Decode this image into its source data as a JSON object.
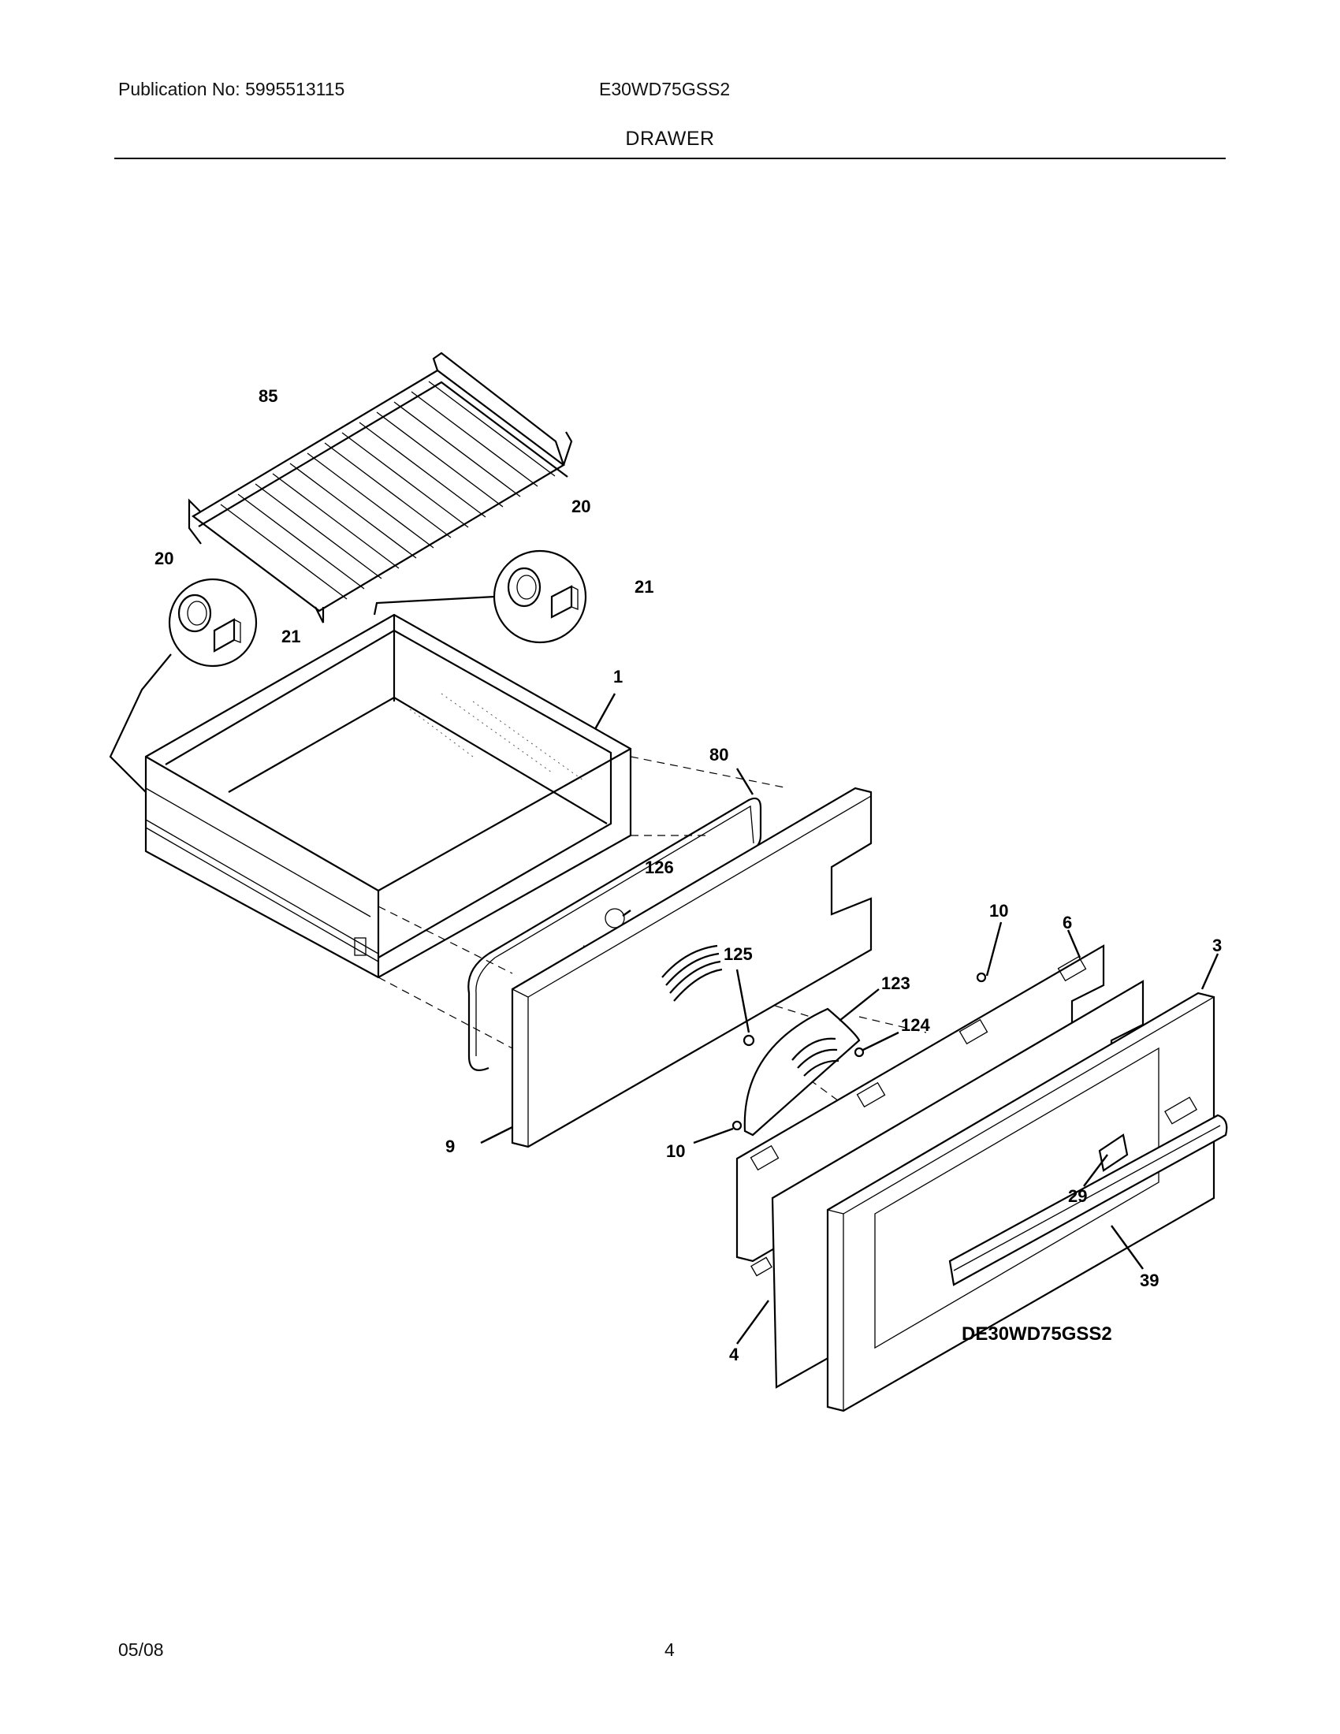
{
  "header": {
    "publication": "Publication No: 5995513115",
    "model": "E30WD75GSS2",
    "section": "DRAWER"
  },
  "footer": {
    "date": "05/08",
    "page": "4"
  },
  "diagram": {
    "code": "DE30WD75GSS2",
    "callouts": {
      "rack": "85",
      "roller_left": "20",
      "bracket_left": "21",
      "roller_right": "20",
      "bracket_right": "21",
      "drawer_body": "1",
      "gasket": "80",
      "plug": "126",
      "inner_panel": "9",
      "screw_125": "125",
      "shield": "123",
      "screw_124": "124",
      "screw_top": "10",
      "screw_bottom": "10",
      "panel_6": "6",
      "panel_4": "4",
      "front_3": "3",
      "badge": "29",
      "handle": "39"
    }
  }
}
